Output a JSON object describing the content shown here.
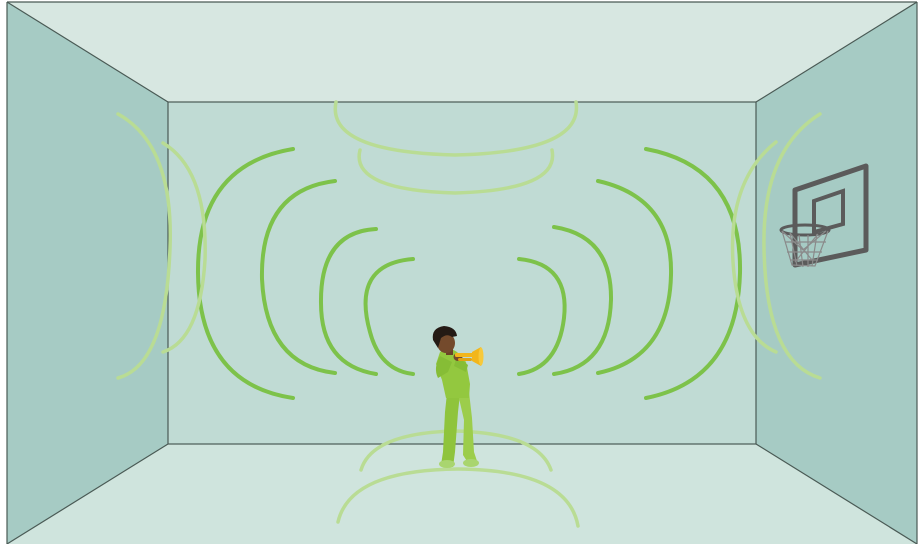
{
  "scene": {
    "subject": "trumpet-player",
    "instrument": "trumpet",
    "room_feature": "basketball-hoop",
    "colors": {
      "ceiling": "#d7e7e1",
      "back_wall": "#c0dbd4",
      "side_wall": "#a6cbc4",
      "floor": "#cfe4dd",
      "edge": "#4a5a55",
      "wave_strong": "#7dc24a",
      "wave_light": "#b9dc94",
      "clothing": "#93c83f",
      "trumpet": "#f2b61b",
      "hoop": "#5b5b5b"
    }
  }
}
